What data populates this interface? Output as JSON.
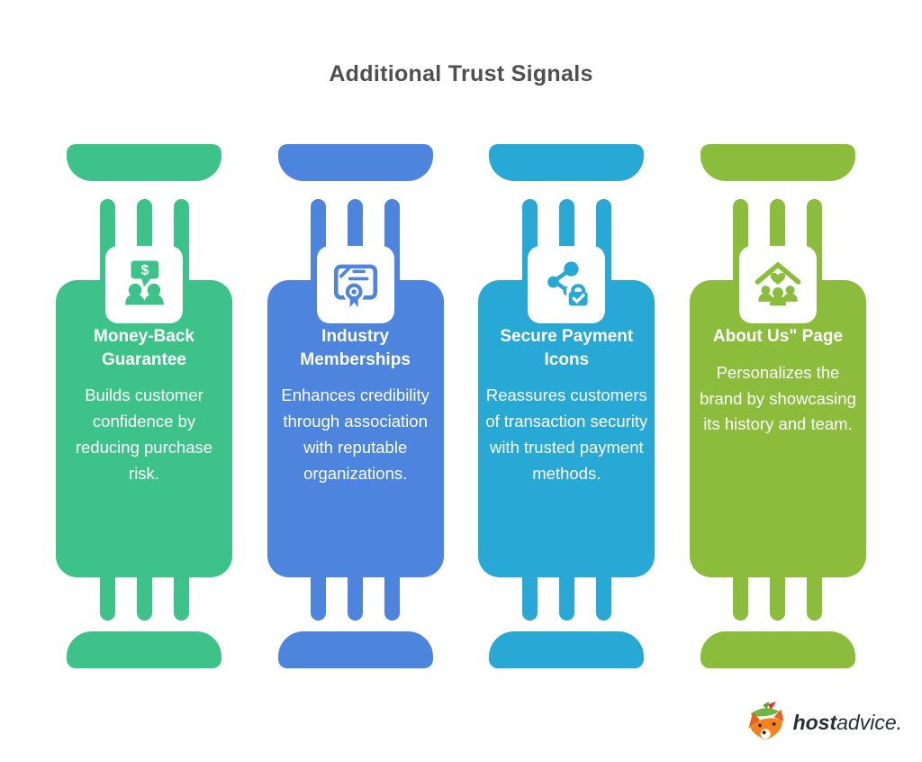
{
  "title": "Additional Trust Signals",
  "columns": [
    {
      "heading": "Money-Back Guarantee",
      "description": "Builds customer confidence by reducing purchase risk.",
      "color": "#3DC389",
      "icon": "money-guarantee-icon"
    },
    {
      "heading": "Industry Memberships",
      "description": "Enhances credibility through association with reputable organizations.",
      "color": "#4C84DE",
      "icon": "certificate-icon"
    },
    {
      "heading": "Secure Payment Icons",
      "description": "Reassures customers of transaction security with trusted payment methods.",
      "color": "#28A8D5",
      "icon": "share-lock-icon"
    },
    {
      "heading": "About Us\" Page",
      "description": "Personalizes the brand by showcasing its history and team.",
      "color": "#8BBC3B",
      "icon": "house-family-icon"
    }
  ],
  "footer": {
    "logo_bold": "host",
    "logo_light": "advice."
  }
}
